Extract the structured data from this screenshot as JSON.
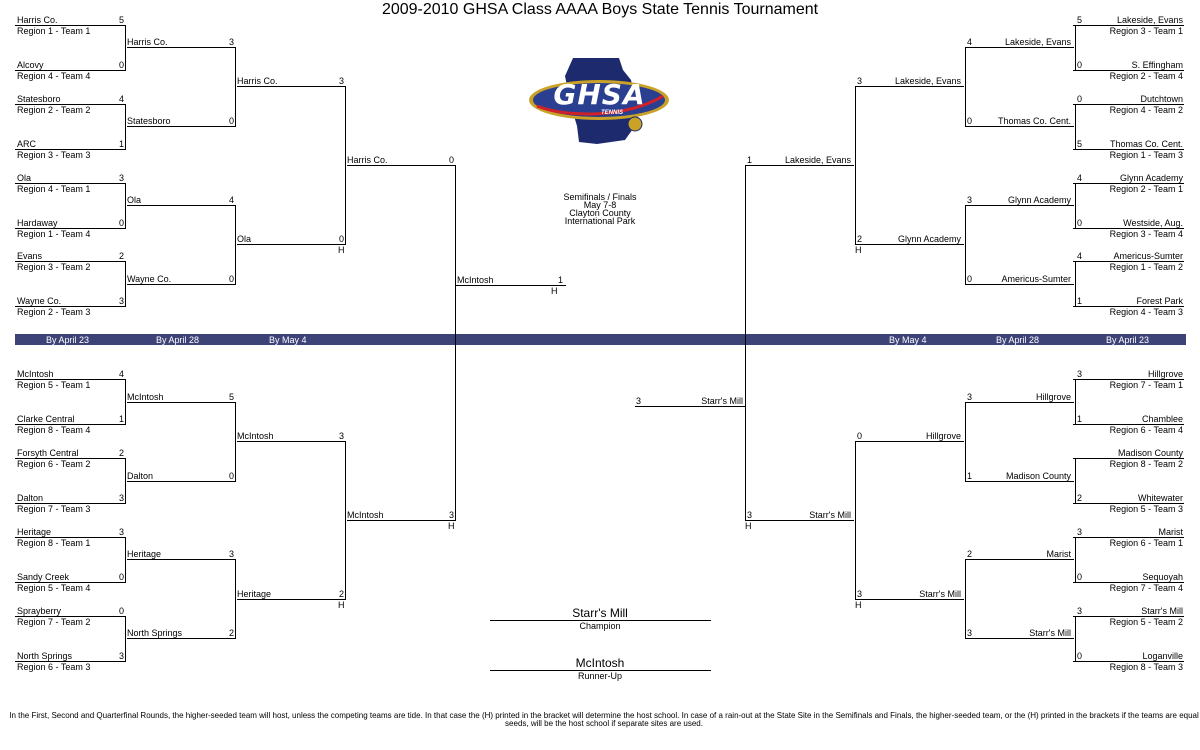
{
  "title": "2009-2010 GHSA Class AAAA Boys State Tennis Tournament",
  "logo": {
    "main": "GHSA",
    "sub": "TENNIS"
  },
  "site": {
    "line1": "Semifinals / Finals",
    "line2": "May 7-8",
    "line3": "Clayton County",
    "line4": "International Park"
  },
  "band": {
    "r1": "By April 23",
    "r2": "By April 28",
    "r3": "By May 4"
  },
  "host": "H",
  "left_top": {
    "r1": [
      {
        "name": "Harris Co.",
        "seed": "Region 1 - Team 1",
        "score": "5"
      },
      {
        "name": "Alcovy",
        "seed": "Region 4 - Team 4",
        "score": "0"
      },
      {
        "name": "Statesboro",
        "seed": "Region 2 - Team 2",
        "score": "4"
      },
      {
        "name": "ARC",
        "seed": "Region 3 - Team 3",
        "score": "1"
      },
      {
        "name": "Ola",
        "seed": "Region 4 - Team 1",
        "score": "3"
      },
      {
        "name": "Hardaway",
        "seed": "Region 1 - Team 4",
        "score": "0"
      },
      {
        "name": "Evans",
        "seed": "Region 3 - Team 2",
        "score": "2"
      },
      {
        "name": "Wayne Co.",
        "seed": "Region 2 - Team 3",
        "score": "3"
      }
    ],
    "r2": [
      {
        "name": "Harris Co.",
        "score": "3"
      },
      {
        "name": "Statesboro",
        "score": "0"
      },
      {
        "name": "Ola",
        "score": "4"
      },
      {
        "name": "Wayne Co.",
        "score": "0"
      }
    ],
    "qf": [
      {
        "name": "Harris Co.",
        "score": "3"
      },
      {
        "name": "Ola",
        "score": "0"
      }
    ],
    "sf": {
      "name": "Harris Co.",
      "score": "0"
    }
  },
  "left_bottom": {
    "r1": [
      {
        "name": "McIntosh",
        "seed": "Region 5 - Team 1",
        "score": "4"
      },
      {
        "name": "Clarke Central",
        "seed": "Region 8 - Team 4",
        "score": "1"
      },
      {
        "name": "Forsyth Central",
        "seed": "Region 6 - Team 2",
        "score": "2"
      },
      {
        "name": "Dalton",
        "seed": "Region 7 - Team 3",
        "score": "3"
      },
      {
        "name": "Heritage",
        "seed": "Region 8 - Team 1",
        "score": "3"
      },
      {
        "name": "Sandy Creek",
        "seed": "Region 5 - Team 4",
        "score": "0"
      },
      {
        "name": "Sprayberry",
        "seed": "Region 7 - Team 2",
        "score": "0"
      },
      {
        "name": "North Springs",
        "seed": "Region 6 - Team 3",
        "score": "3"
      }
    ],
    "r2": [
      {
        "name": "McIntosh",
        "score": "5"
      },
      {
        "name": "Dalton",
        "score": "0"
      },
      {
        "name": "Heritage",
        "score": "3"
      },
      {
        "name": "North Springs",
        "score": "2"
      }
    ],
    "qf": [
      {
        "name": "McIntosh",
        "score": "3"
      },
      {
        "name": "Heritage",
        "score": "2"
      }
    ],
    "sf": {
      "name": "McIntosh",
      "score": "3"
    }
  },
  "right_top": {
    "r1": [
      {
        "name": "Lakeside, Evans",
        "seed": "Region 3 - Team 1",
        "score": "5"
      },
      {
        "name": "S. Effingham",
        "seed": "Region 2 - Team 4",
        "score": "0"
      },
      {
        "name": "Dutchtown",
        "seed": "Region 4 - Team 2",
        "score": "0"
      },
      {
        "name": "Thomas Co. Cent.",
        "seed": "Region 1 - Team 3",
        "score": "5"
      },
      {
        "name": "Glynn Academy",
        "seed": "Region 2 - Team 1",
        "score": "4"
      },
      {
        "name": "Westside, Aug.",
        "seed": "Region 3 - Team 4",
        "score": "0"
      },
      {
        "name": "Americus-Sumter",
        "seed": "Region 1 - Team 2",
        "score": "4"
      },
      {
        "name": "Forest Park",
        "seed": "Region 4 - Team 3",
        "score": "1"
      }
    ],
    "r2": [
      {
        "name": "Lakeside, Evans",
        "score": "4"
      },
      {
        "name": "Thomas Co. Cent.",
        "score": "0"
      },
      {
        "name": "Glynn Academy",
        "score": "3"
      },
      {
        "name": "Americus-Sumter",
        "score": "0"
      }
    ],
    "qf": [
      {
        "name": "Lakeside, Evans",
        "score": "3"
      },
      {
        "name": "Glynn Academy",
        "score": "2"
      }
    ],
    "sf": {
      "name": "Lakeside, Evans",
      "score": "1"
    }
  },
  "right_bottom": {
    "r1": [
      {
        "name": "Hillgrove",
        "seed": "Region 7 - Team 1",
        "score": "3"
      },
      {
        "name": "Chamblee",
        "seed": "Region 6 - Team 4",
        "score": "1"
      },
      {
        "name": "Madison County",
        "seed": "Region 8 - Team 2",
        "score": ""
      },
      {
        "name": "Whitewater",
        "seed": "Region 5 - Team 3",
        "score": "2"
      },
      {
        "name": "Marist",
        "seed": "Region 6 - Team 1",
        "score": "3"
      },
      {
        "name": "Sequoyah",
        "seed": "Region 7 - Team 4",
        "score": "0"
      },
      {
        "name": "Starr's Mill",
        "seed": "Region 5 - Team 2",
        "score": "3"
      },
      {
        "name": "Loganville",
        "seed": "Region 8 - Team 3",
        "score": "0"
      }
    ],
    "r2": [
      {
        "name": "Hillgrove",
        "score": "3"
      },
      {
        "name": "Madison County",
        "score": "1"
      },
      {
        "name": "Marist",
        "score": "2"
      },
      {
        "name": "Starr's Mill",
        "score": "3"
      }
    ],
    "qf": [
      {
        "name": "Hillgrove",
        "score": "0"
      },
      {
        "name": "Starr's Mill",
        "score": "3"
      }
    ],
    "sf": {
      "name": "Starr's Mill",
      "score": "3"
    }
  },
  "final_left": {
    "name": "McIntosh",
    "score": "1"
  },
  "final_right": {
    "name": "Starr's Mill",
    "score": "3"
  },
  "champion": {
    "name": "Starr's Mill",
    "label": "Champion"
  },
  "runner_up": {
    "name": "McIntosh",
    "label": "Runner-Up"
  },
  "footnote": "In the First, Second and Quarterfinal Rounds, the higher-seeded team will host, unless the competing teams are tide.  In that case the (H) printed in the bracket will determine the host school.  In case of a rain-out at the State Site in the Semifinals and Finals, the higher-seeded team, or the (H) printed in the brackets if the teams are equal seeds, will be the host school if separate sites are used."
}
